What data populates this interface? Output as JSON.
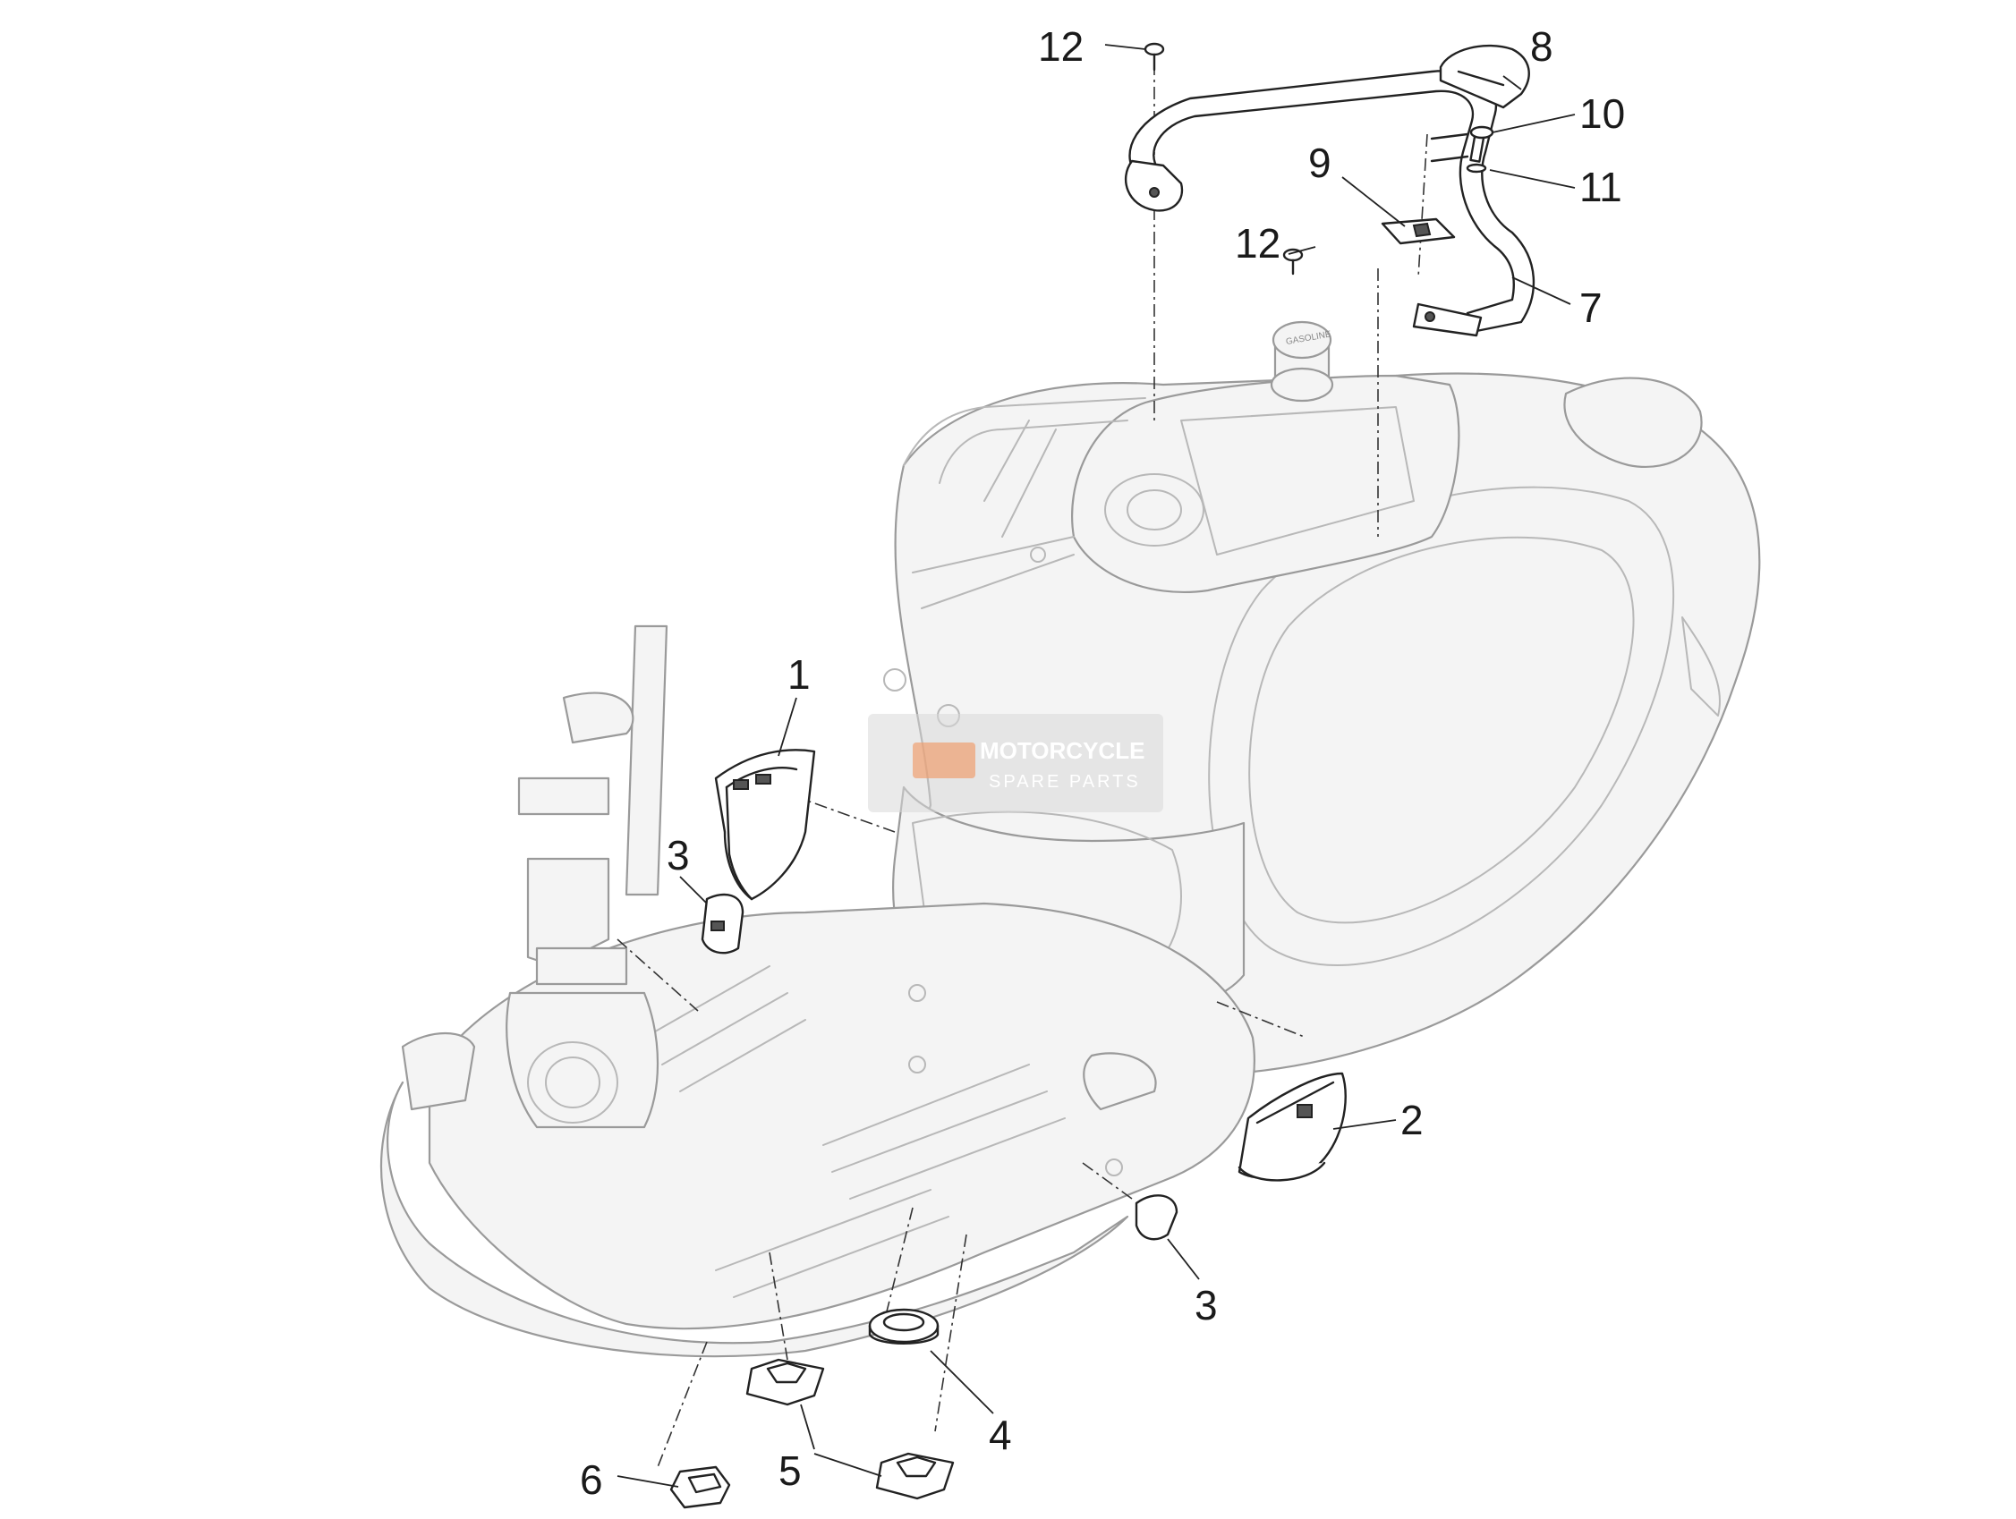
{
  "callouts": [
    {
      "id": "c1",
      "label": "1"
    },
    {
      "id": "c2",
      "label": "2"
    },
    {
      "id": "c3a",
      "label": "3"
    },
    {
      "id": "c3b",
      "label": "3"
    },
    {
      "id": "c4",
      "label": "4"
    },
    {
      "id": "c5",
      "label": "5"
    },
    {
      "id": "c6",
      "label": "6"
    },
    {
      "id": "c7",
      "label": "7"
    },
    {
      "id": "c8",
      "label": "8"
    },
    {
      "id": "c9",
      "label": "9"
    },
    {
      "id": "c10",
      "label": "10"
    },
    {
      "id": "c11",
      "label": "11"
    },
    {
      "id": "c12a",
      "label": "12"
    },
    {
      "id": "c12b",
      "label": "12"
    }
  ],
  "fuel_cap_text": "GASOLINE",
  "watermark": {
    "line1": "MOTORCYCLE",
    "line2": "SPARE PARTS"
  }
}
